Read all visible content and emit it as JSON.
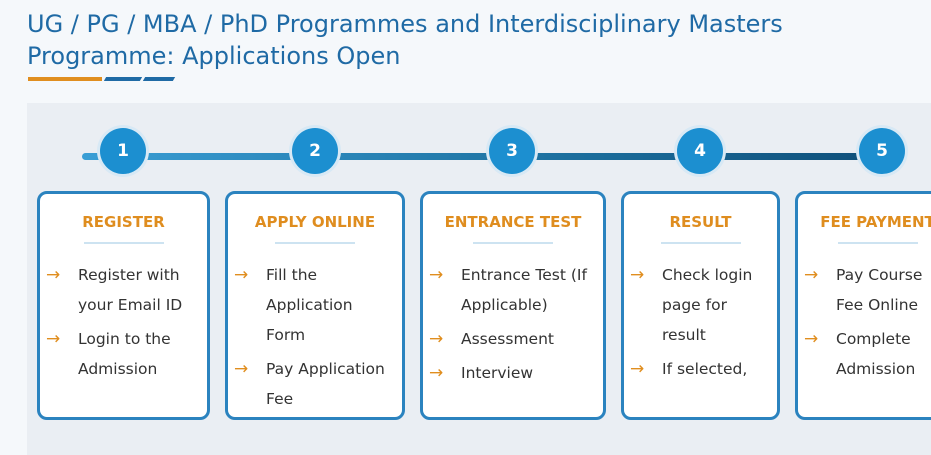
{
  "page": {
    "title": "UG / PG / MBA / PhD Programmes and Interdisciplinary Masters Programme: Applications Open"
  },
  "steps": [
    {
      "number": "1",
      "title": "REGISTER",
      "items": [
        "Register with your Email ID",
        "Login to the Admission"
      ]
    },
    {
      "number": "2",
      "title": "APPLY ONLINE",
      "items": [
        "Fill the Application Form",
        "Pay Application Fee"
      ]
    },
    {
      "number": "3",
      "title": "ENTRANCE TEST",
      "items": [
        "Entrance Test (If Applicable)",
        "Assessment",
        "Interview"
      ]
    },
    {
      "number": "4",
      "title": "RESULT",
      "items": [
        "Check login page for result",
        "If selected,"
      ]
    },
    {
      "number": "5",
      "title": "FEE PAYMENT",
      "items": [
        "Pay Course Fee Online",
        "Complete Admission"
      ]
    }
  ],
  "colors": {
    "title": "#1f6aa5",
    "accent_orange": "#e08e1f",
    "step_circle": "#1c8fd0",
    "card_border": "#2b83bf"
  },
  "icons": {
    "bullet": "arrow-right-icon"
  }
}
